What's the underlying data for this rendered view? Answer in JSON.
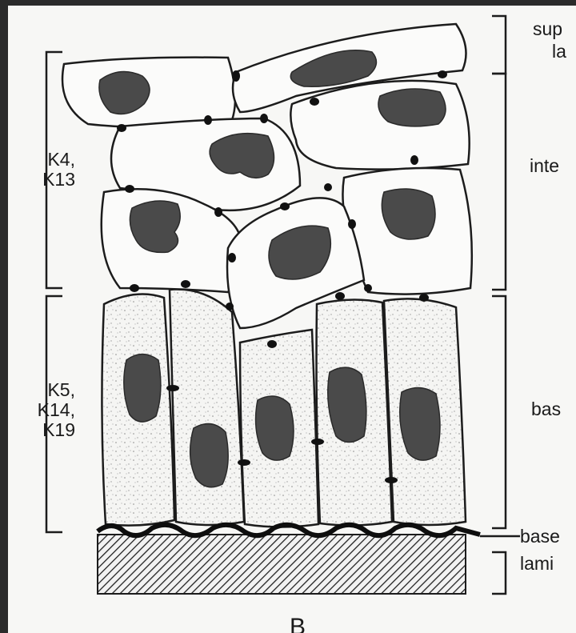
{
  "labels": {
    "left_upper": "K4,\nK13",
    "left_lower": "K5,\nK14,\nK19",
    "right_superficial_1": "sup",
    "right_superficial_2": "la",
    "right_intermediate": "inte",
    "right_basal": "bas",
    "right_basement": "base",
    "right_lamina": "lami",
    "panel_letter": "B"
  },
  "colors": {
    "outline": "#1c1c1c",
    "nucleus": "#4a4a4a",
    "paper": "#f7f7f5",
    "frame": "#2b2b2b"
  }
}
